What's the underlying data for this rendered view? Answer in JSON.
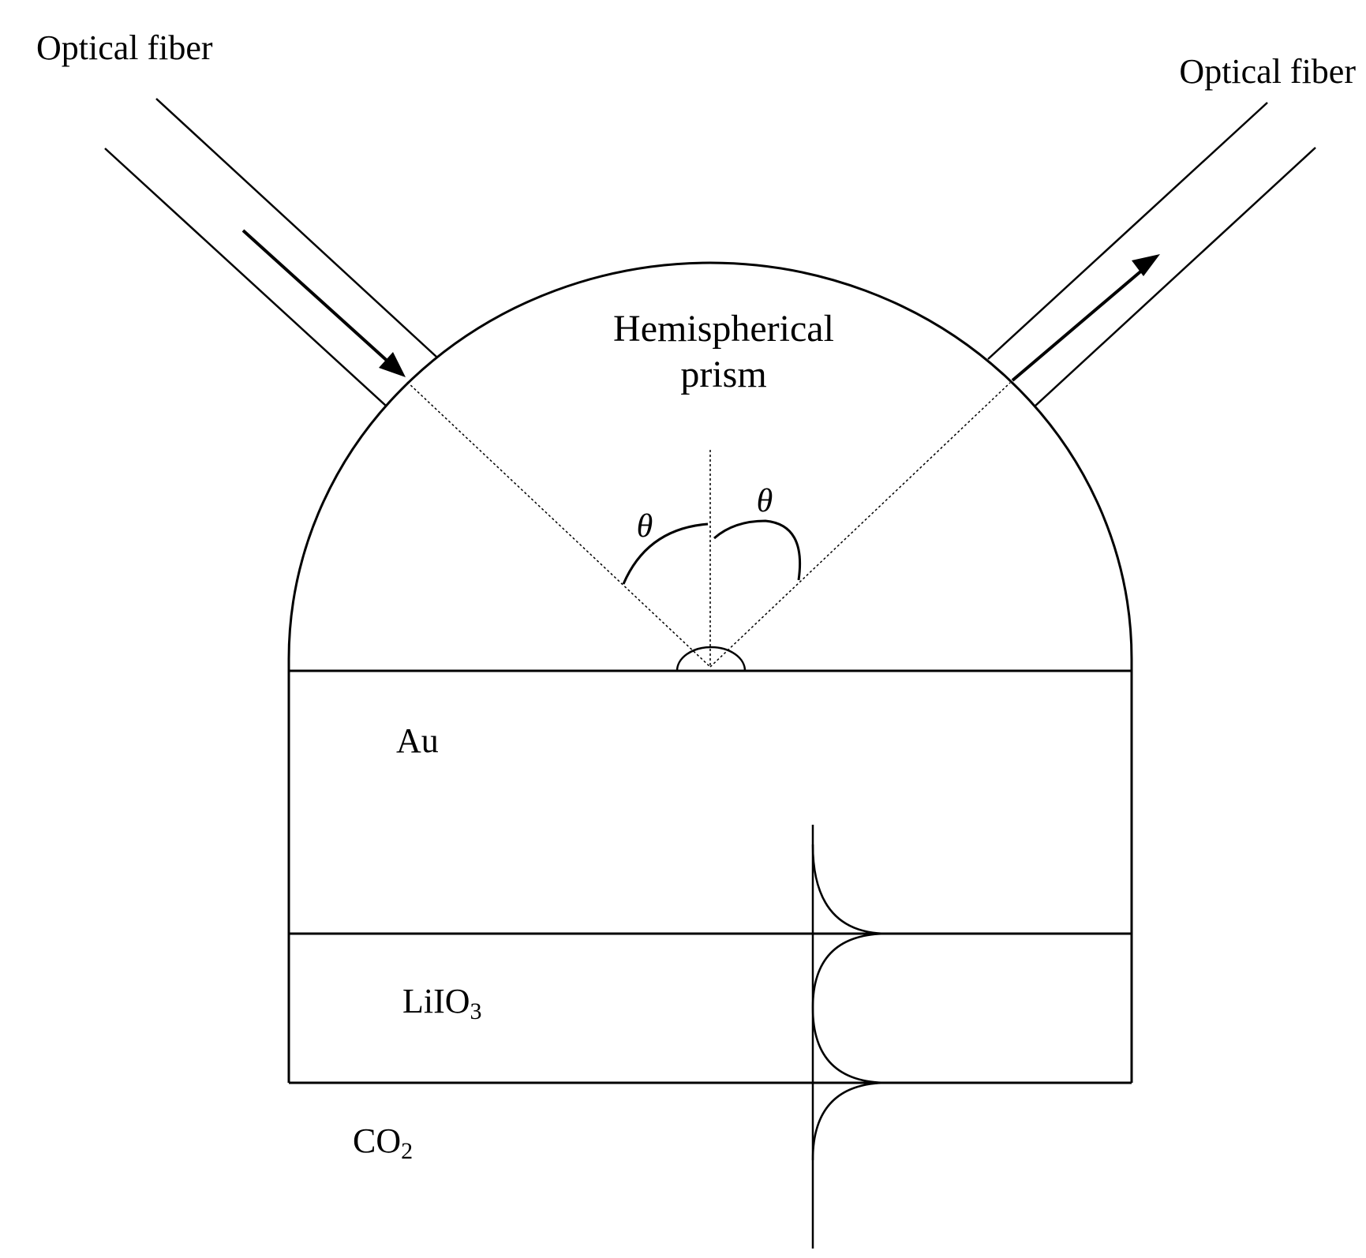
{
  "labels": {
    "fiber_left": "Optical fiber",
    "fiber_right": "Optical fiber",
    "prism_line1": "Hemispherical",
    "prism_line2": "prism",
    "theta_left": "θ",
    "theta_right": "θ",
    "layer_au": "Au",
    "layer_liio3_main": "LiIO",
    "layer_liio3_sub": "3",
    "layer_co2_main": "CO",
    "layer_co2_sub": "2"
  },
  "colors": {
    "ink": "#000000",
    "background": "#ffffff"
  }
}
